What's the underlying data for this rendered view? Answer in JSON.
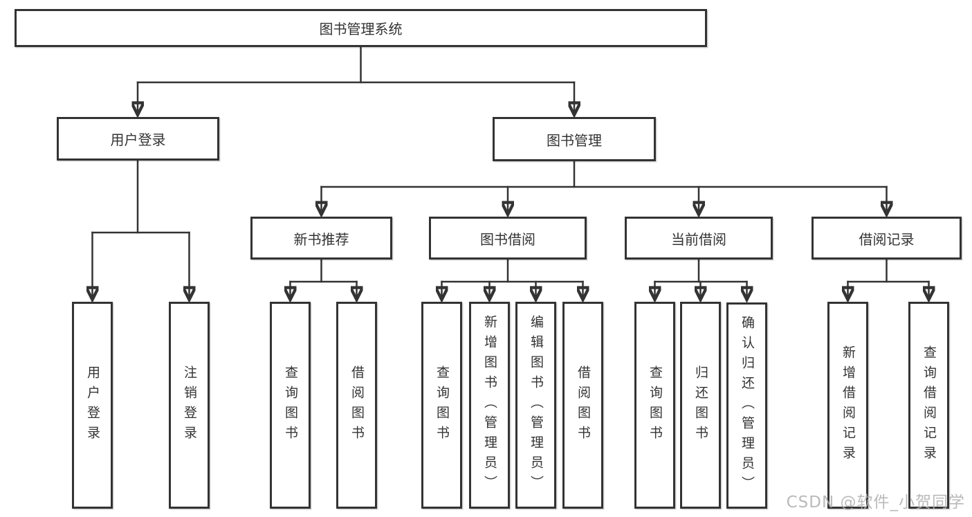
{
  "colors": {
    "line": "#333333",
    "box_border": "#333333",
    "text": "#333333",
    "background": "#ffffff",
    "watermark": "#b0b0b0"
  },
  "tree": {
    "root": "图书管理系统",
    "branches": [
      {
        "label": "用户登录",
        "children": [
          "用户登录",
          "注销登录"
        ]
      },
      {
        "label": "图书管理",
        "children": [
          {
            "label": "新书推荐",
            "children": [
              "查询图书",
              "借阅图书"
            ]
          },
          {
            "label": "图书借阅",
            "children": [
              "查询图书",
              "新增图书（管理员）",
              "编辑图书（管理员）",
              "借阅图书"
            ]
          },
          {
            "label": "当前借阅",
            "children": [
              "查询图书",
              "归还图书",
              "确认归还（管理员）"
            ]
          },
          {
            "label": "借阅记录",
            "children": [
              "新增借阅记录",
              "查询借阅记录"
            ]
          }
        ]
      }
    ]
  },
  "watermark": {
    "text": "CSDN @软件_小贺同学"
  }
}
